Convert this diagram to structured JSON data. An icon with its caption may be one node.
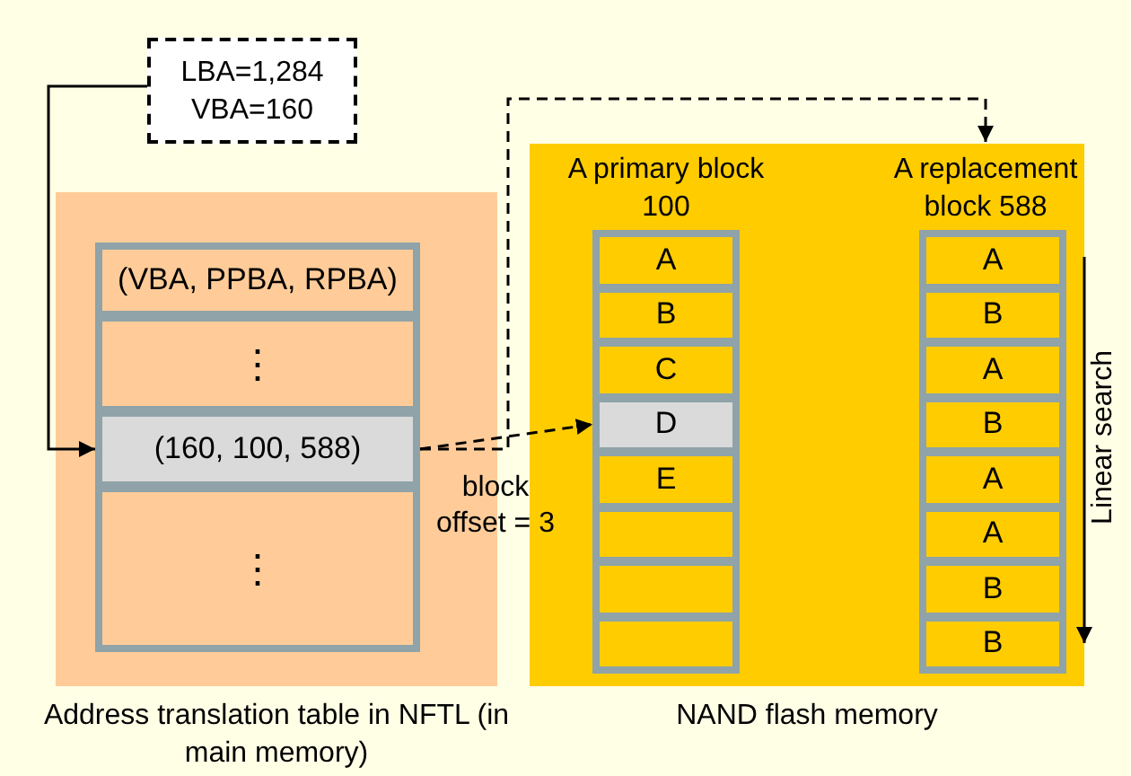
{
  "diagram": {
    "nodes": [
      {
        "text": [
          "LBA=1,284 VBA=160"
        ]
      },
      {
        "text": [
          "Address translation table in NFTL (in main memory)"
        ]
      },
      {
        "text": [],
        "shape": "box",
        "in": 1
      },
      {
        "text": [
          "(VBA, PPBA, RPBA)"
        ],
        "in": 2
      },
      {
        "text": [
          "⋮"
        ],
        "in": 2
      },
      {
        "text": [
          "(160, 100, 588)"
        ],
        "in": 2
      },
      {
        "text": [
          "⋮"
        ],
        "in": 2
      },
      {
        "text": [
          "NAND flash memory"
        ]
      },
      {
        "text": [
          "A primary block 100"
        ],
        "in": 7
      },
      {
        "text": [
          "A"
        ],
        "in": 8
      },
      {
        "text": [
          "B"
        ],
        "in": 8
      },
      {
        "text": [
          "C"
        ],
        "in": 8
      },
      {
        "text": [
          "D"
        ],
        "in": 8
      },
      {
        "text": [
          "E"
        ],
        "in": 8
      },
      {
        "text": [],
        "shape": "box",
        "in": 8
      },
      {
        "text": [],
        "shape": "box",
        "in": 8
      },
      {
        "text": [],
        "shape": "box",
        "in": 8
      },
      {
        "text": [
          "A replacement block 588"
        ],
        "in": 7
      },
      {
        "text": [
          "A"
        ],
        "in": 17
      },
      {
        "text": [
          "B"
        ],
        "in": 17
      },
      {
        "text": [
          "A"
        ],
        "in": 17
      },
      {
        "text": [
          "B"
        ],
        "in": 17
      },
      {
        "text": [
          "A"
        ],
        "in": 17
      },
      {
        "text": [
          "A"
        ],
        "in": 17
      },
      {
        "text": [
          "B"
        ],
        "in": 17
      },
      {
        "text": [
          "B"
        ],
        "in": 17
      }
    ],
    "edges": [
      {
        "from": 0,
        "to": 5,
        "arrow": "to"
      },
      {
        "from": 5,
        "to": 12,
        "arrow": "to",
        "style": "dashed"
      },
      {
        "from": 5,
        "to": 17,
        "arrow": "to",
        "style": "dashed"
      }
    ],
    "labels": [
      "block offset = 3",
      "Linear search"
    ]
  }
}
